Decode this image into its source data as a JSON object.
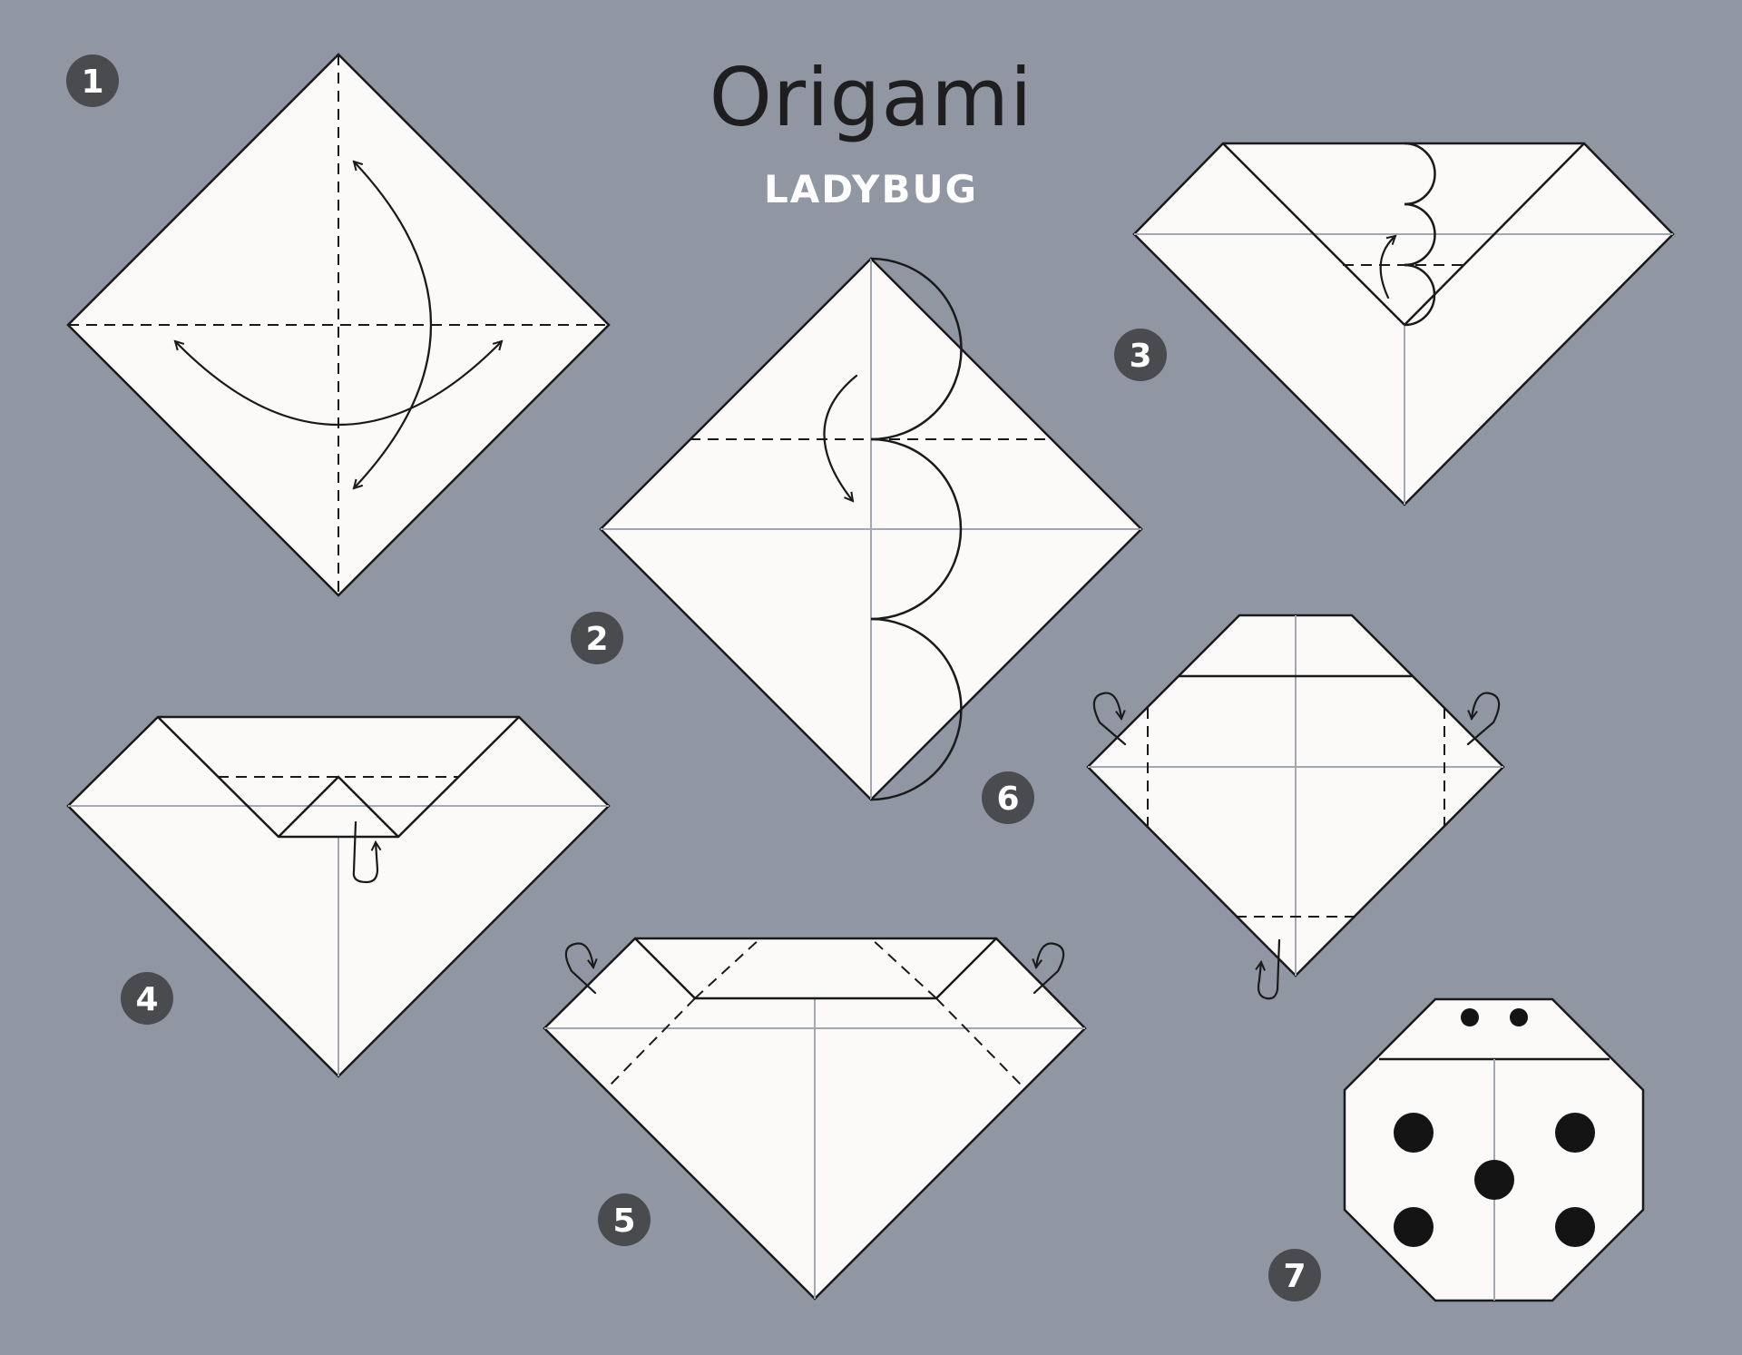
{
  "title": "Origami",
  "subtitle": "LADYBUG",
  "steps": [
    {
      "number": "1"
    },
    {
      "number": "2"
    },
    {
      "number": "3"
    },
    {
      "number": "4"
    },
    {
      "number": "5"
    },
    {
      "number": "6"
    },
    {
      "number": "7"
    }
  ],
  "colors": {
    "background": "#9097a2",
    "paper": "#fbfaf8",
    "outline": "#1a1a1a",
    "badge": "#4a4b4f",
    "crease": "#a2a7b0"
  },
  "icons": [
    "fold-arrow-icon",
    "mountain-fold-arrow-icon",
    "ladybug-spot-icon"
  ]
}
